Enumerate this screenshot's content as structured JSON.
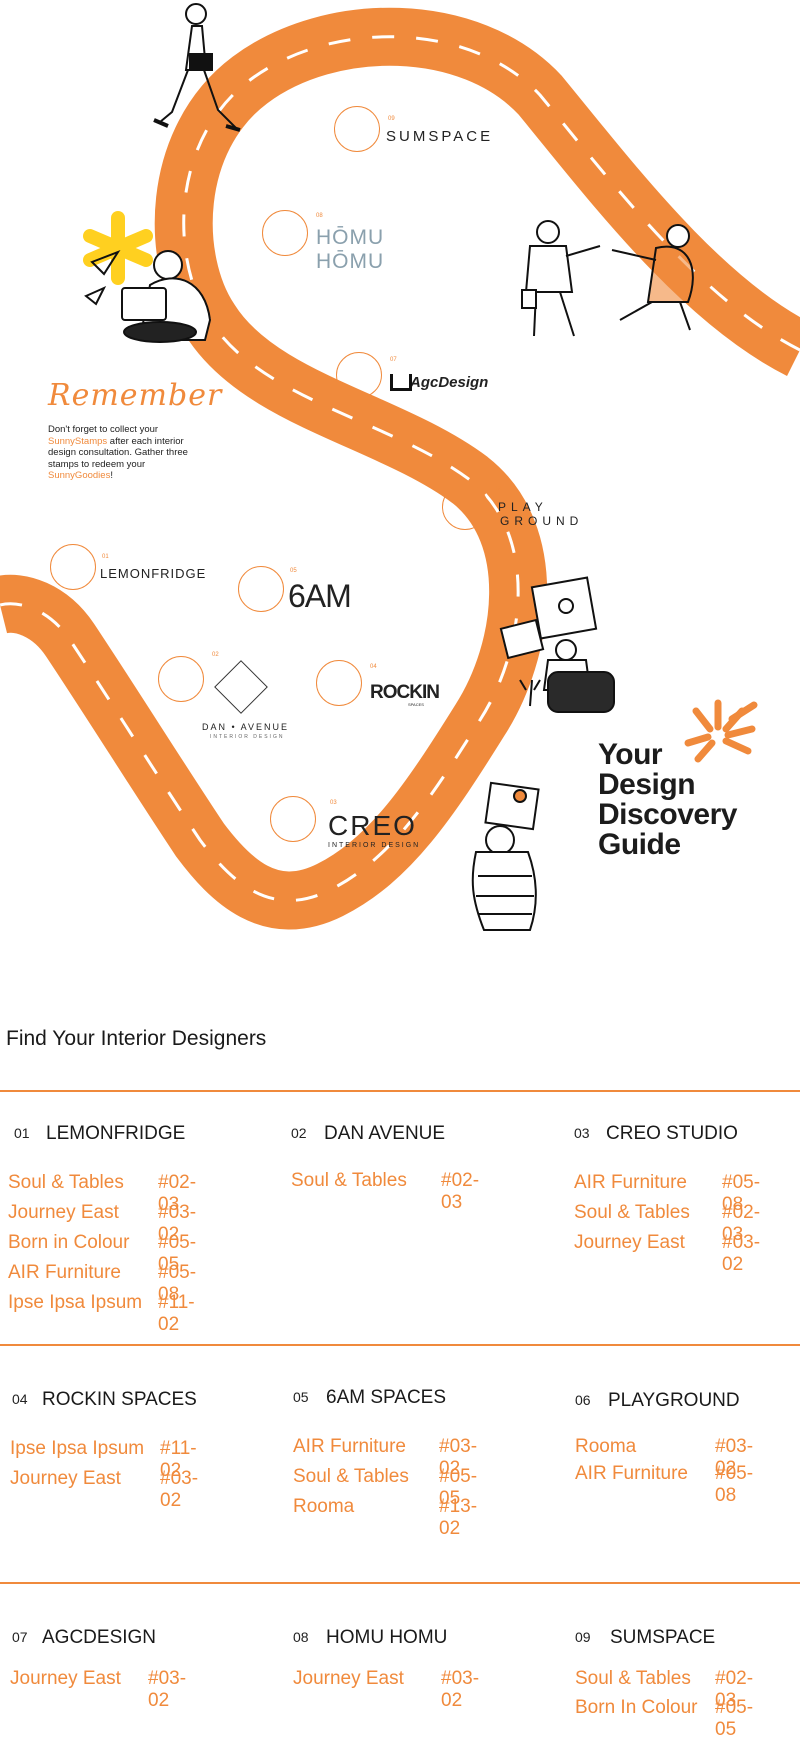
{
  "remember": {
    "title": "Remember",
    "line1": "Don't forget to collect your",
    "hl1": "SunnyStamps",
    "line2": " after each interior design consultation. Gather three stamps to redeem your ",
    "hl2": "SunnyGoodies",
    "line3": "!"
  },
  "guide": {
    "line1": "Your",
    "line2": "Design",
    "line3": "Discovery",
    "line4": "Guide"
  },
  "map_brands": [
    {
      "num": "09",
      "label": "SUMSPACE"
    },
    {
      "num": "08",
      "label": "HŌMU",
      "label2": "HŌMU"
    },
    {
      "num": "07",
      "label": "AgcDesign"
    },
    {
      "num": "06",
      "label": "PLAY",
      "label2": "GROUND"
    },
    {
      "num": "05",
      "label": "6AM"
    },
    {
      "num": "01",
      "label": "LEMONFRIDGE"
    },
    {
      "num": "02",
      "label": "DAN • AVENUE",
      "label2": "INTERIOR DESIGN"
    },
    {
      "num": "04",
      "label": "ROCKIN",
      "label2": "SPACES"
    },
    {
      "num": "03",
      "label": "CREO",
      "label2": "INTERIOR DESIGN"
    }
  ],
  "section": {
    "heading": "Find Your Interior Designers"
  },
  "designers": [
    {
      "num": "01",
      "name": "LEMONFRIDGE",
      "vendors": [
        {
          "name": "Soul & Tables",
          "unit": "#02-03"
        },
        {
          "name": "Journey East",
          "unit": "#03-02"
        },
        {
          "name": "Born in Colour",
          "unit": "#05-05"
        },
        {
          "name": "AIR Furniture",
          "unit": "#05-08"
        },
        {
          "name": "Ipse Ipsa Ipsum",
          "unit": "#11-02"
        }
      ]
    },
    {
      "num": "02",
      "name": "DAN AVENUE",
      "vendors": [
        {
          "name": "Soul & Tables",
          "unit": "#02-03"
        }
      ]
    },
    {
      "num": "03",
      "name": "CREO STUDIO",
      "vendors": [
        {
          "name": "AIR Furniture",
          "unit": "#05-08"
        },
        {
          "name": "Soul & Tables",
          "unit": "#02-03"
        },
        {
          "name": "Journey East",
          "unit": "#03-02"
        }
      ]
    },
    {
      "num": "04",
      "name": "ROCKIN SPACES",
      "vendors": [
        {
          "name": "Ipse Ipsa Ipsum",
          "unit": "#11-02"
        },
        {
          "name": "Journey East",
          "unit": "#03-02"
        }
      ]
    },
    {
      "num": "05",
      "name": "6AM SPACES",
      "vendors": [
        {
          "name": "AIR Furniture",
          "unit": "#03-02"
        },
        {
          "name": "Soul & Tables",
          "unit": "#05-05"
        },
        {
          "name": "Rooma",
          "unit": "#13-02"
        }
      ]
    },
    {
      "num": "06",
      "name": "PLAYGROUND",
      "vendors": [
        {
          "name": "Rooma",
          "unit": "#03-02"
        },
        {
          "name": "AIR Furniture",
          "unit": "#05-08"
        }
      ]
    },
    {
      "num": "07",
      "name": "AGCDESIGN",
      "vendors": [
        {
          "name": "Journey East",
          "unit": "#03-02"
        }
      ]
    },
    {
      "num": "08",
      "name": "HOMU HOMU",
      "vendors": [
        {
          "name": "Journey East",
          "unit": "#03-02"
        }
      ]
    },
    {
      "num": "09",
      "name": "SUMSPACE",
      "vendors": [
        {
          "name": "Soul & Tables",
          "unit": "#02-03"
        },
        {
          "name": "Born In Colour",
          "unit": "#05-05"
        }
      ]
    }
  ],
  "colors": {
    "accent": "#f08a3c",
    "sun": "#ffd020",
    "text": "#1a1a1a"
  }
}
